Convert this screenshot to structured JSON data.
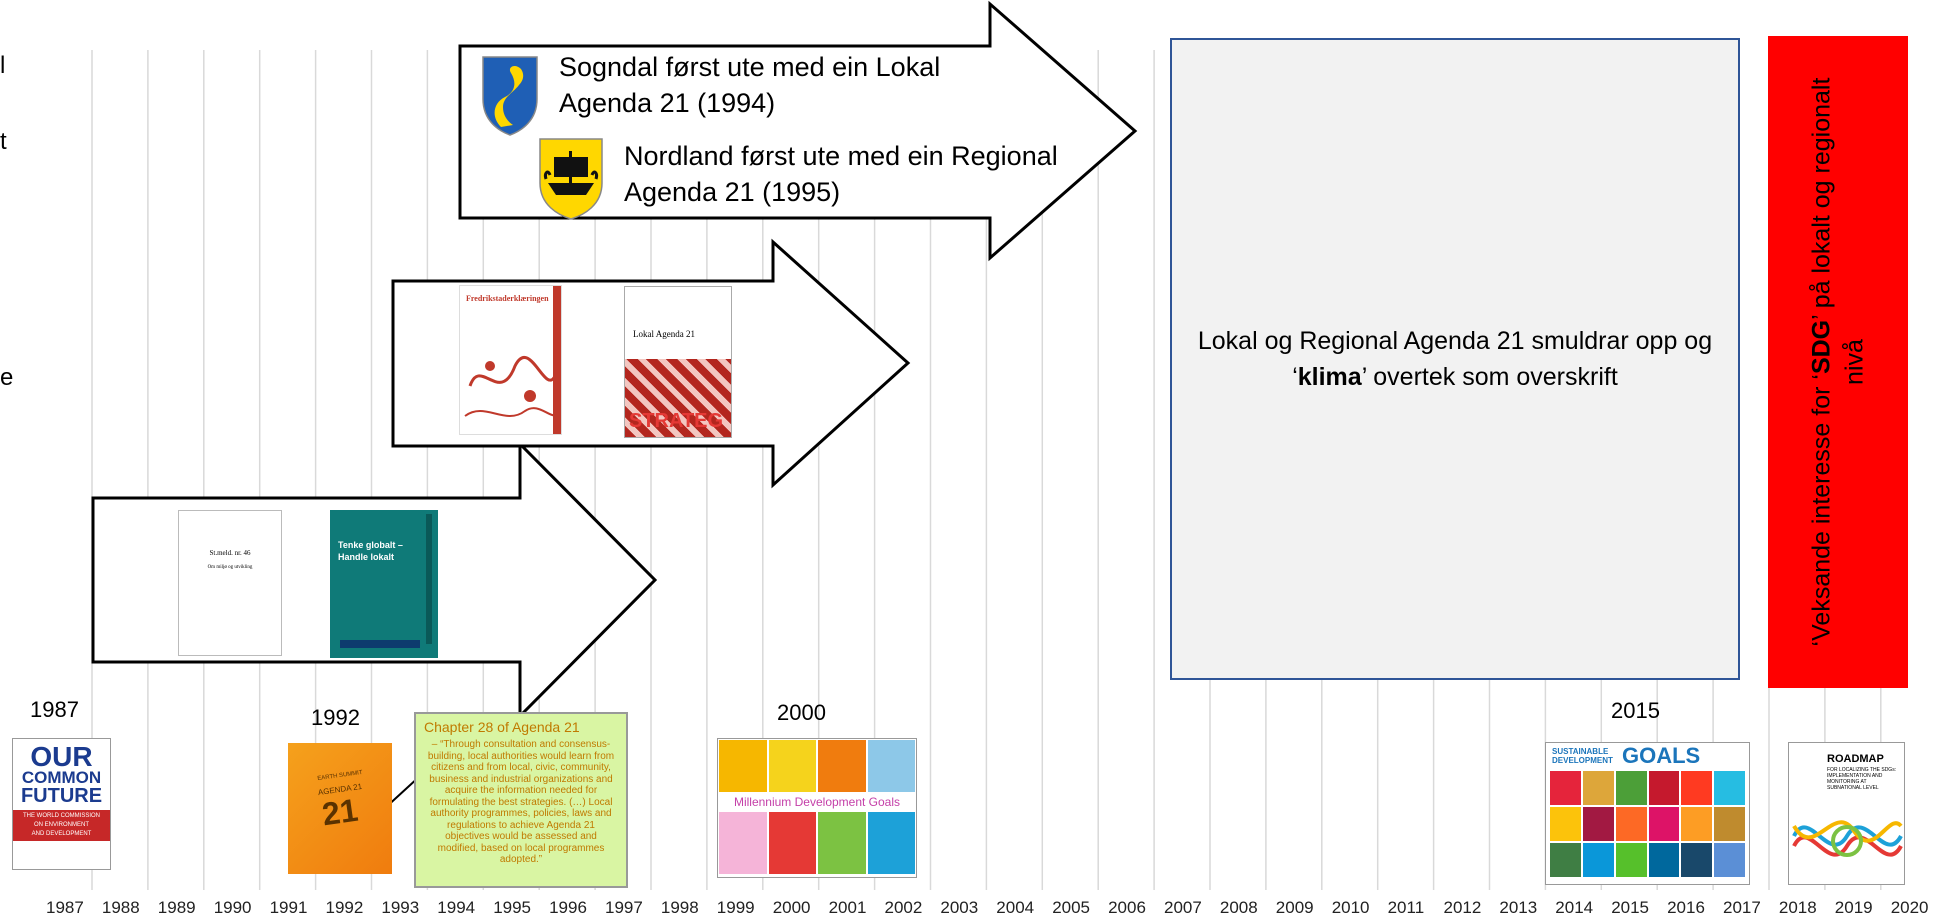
{
  "edge_fragments": [
    "l",
    "t",
    "e"
  ],
  "year_labels": {
    "y1987": "1987",
    "y1992": "1992",
    "y2000": "2000",
    "y2015": "2015"
  },
  "axis_years": [
    "1987",
    "1988",
    "1989",
    "1990",
    "1991",
    "1992",
    "1993",
    "1994",
    "1995",
    "1996",
    "1997",
    "1998",
    "1999",
    "2000",
    "2001",
    "2002",
    "2003",
    "2004",
    "2005",
    "2006",
    "2007",
    "2008",
    "2009",
    "2010",
    "2011",
    "2012",
    "2013",
    "2014",
    "2015",
    "2016",
    "2017",
    "2018",
    "2019",
    "2020"
  ],
  "callouts": {
    "sogndal": "Sogndal først ute med ein Lokal Agenda 21 (1994)",
    "nordland": "Nordland først ute med ein Regional Agenda 21 (1995)"
  },
  "gray_box": {
    "pre": "Lokal og Regional Agenda 21 smuldrar opp og ‘",
    "bold": "klima",
    "post": "’ overtek som overskrift"
  },
  "red_box": {
    "pre": "‘Veksande interesse for ‘",
    "bold": "SDG",
    "post": "’ på lokalt og regionalt nivå"
  },
  "chapter_box": {
    "title": "Chapter 28 of Agenda 21",
    "body": "– “Through consultation and consensus-building, local authorities would learn from citizens and from local, civic, community, business and industrial organizations and acquire the information needed for formulating the best strategies. (…) Local authority programmes, policies, laws and regulations to achieve Agenda 21 objectives would be assessed and modified, based on local programmes adopted.”"
  },
  "covers": {
    "our_common_future": {
      "line1": "OUR",
      "line2": "COMMON",
      "line3": "FUTURE",
      "sub1": "THE WORLD COMMISSION",
      "sub2": "ON ENVIRONMENT",
      "sub3": "AND DEVELOPMENT"
    },
    "agenda21": {
      "top": "EARTH SUMMIT",
      "big": "AGENDA 21",
      "num": "21"
    },
    "stmeld": {
      "line1": "St.meld. nr. 46",
      "line2": "Om miljø og utvikling"
    },
    "tema_globalt": {
      "title1": "Tenke globalt –",
      "title2": "Handle lokalt"
    },
    "fred": {
      "title": "Fredrikstaderklæringen"
    },
    "lokal": {
      "title": "Lokal Agenda 21",
      "art": "STRATEG"
    },
    "mdg": {
      "banner": "Millennium Development Goals"
    },
    "sdg": {
      "title": "SUSTAINABLE DEVELOPMENT",
      "goals": "GOALS"
    },
    "roadmap": {
      "title": "ROADMAP",
      "sub": "FOR LOCALIZING THE SDGs: IMPLEMENTATION AND MONITORING AT SUBNATIONAL LEVEL"
    }
  },
  "colors": {
    "gray_border": "#2f5597",
    "red": "#ff0000",
    "chapter_bg": "#d9f5a3",
    "chapter_text": "#c07a00"
  }
}
